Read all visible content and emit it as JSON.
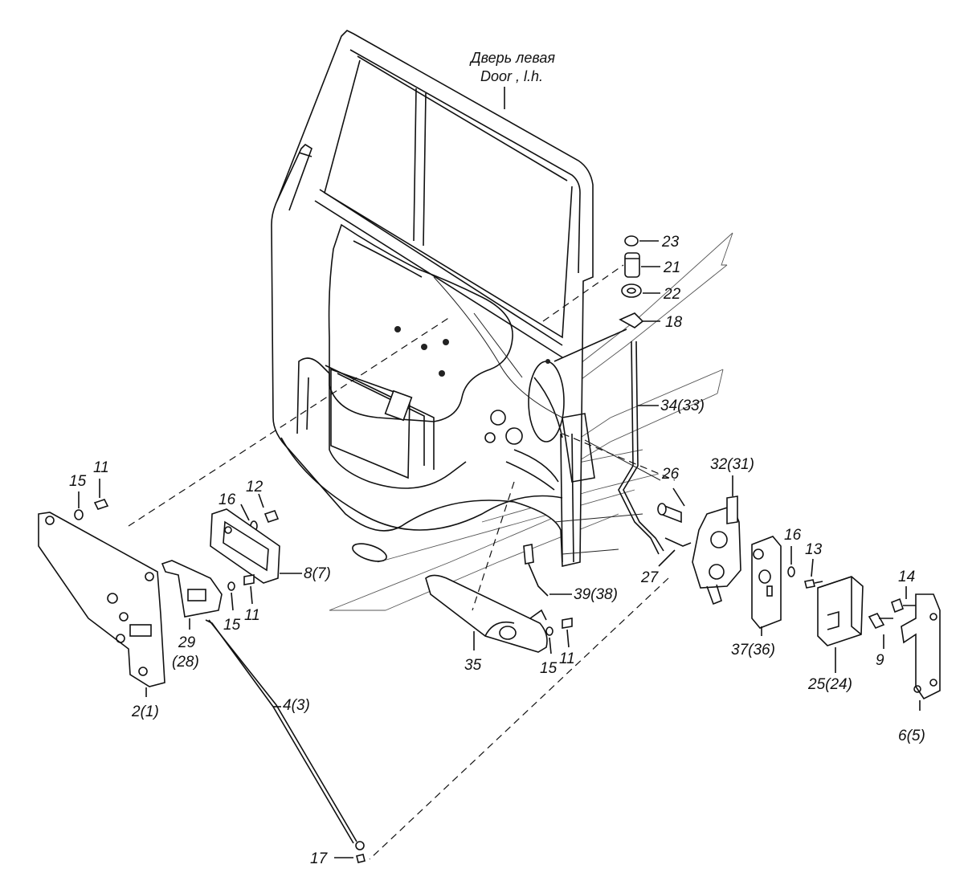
{
  "title": {
    "ru": "Дверь левая",
    "en": "Door , l.h."
  },
  "labels": {
    "l23": "23",
    "l21": "21",
    "l22": "22",
    "l18": "18",
    "l34": "34(33)",
    "l26": "26",
    "l32": "32(31)",
    "l27": "27",
    "l11a": "11",
    "l15a": "15",
    "l12": "12",
    "l16a": "16",
    "l8": "8(7)",
    "l15b": "15",
    "l11b": "11",
    "l29": "29",
    "l28": "(28)",
    "l2": "2(1)",
    "l4": "4(3)",
    "l17": "17",
    "l39": "39(38)",
    "l35": "35",
    "l15c": "15",
    "l11c": "11",
    "l16b": "16",
    "l13": "13",
    "l37": "37(36)",
    "l14": "14",
    "l9": "9",
    "l25": "25(24)",
    "l6": "6(5)"
  }
}
